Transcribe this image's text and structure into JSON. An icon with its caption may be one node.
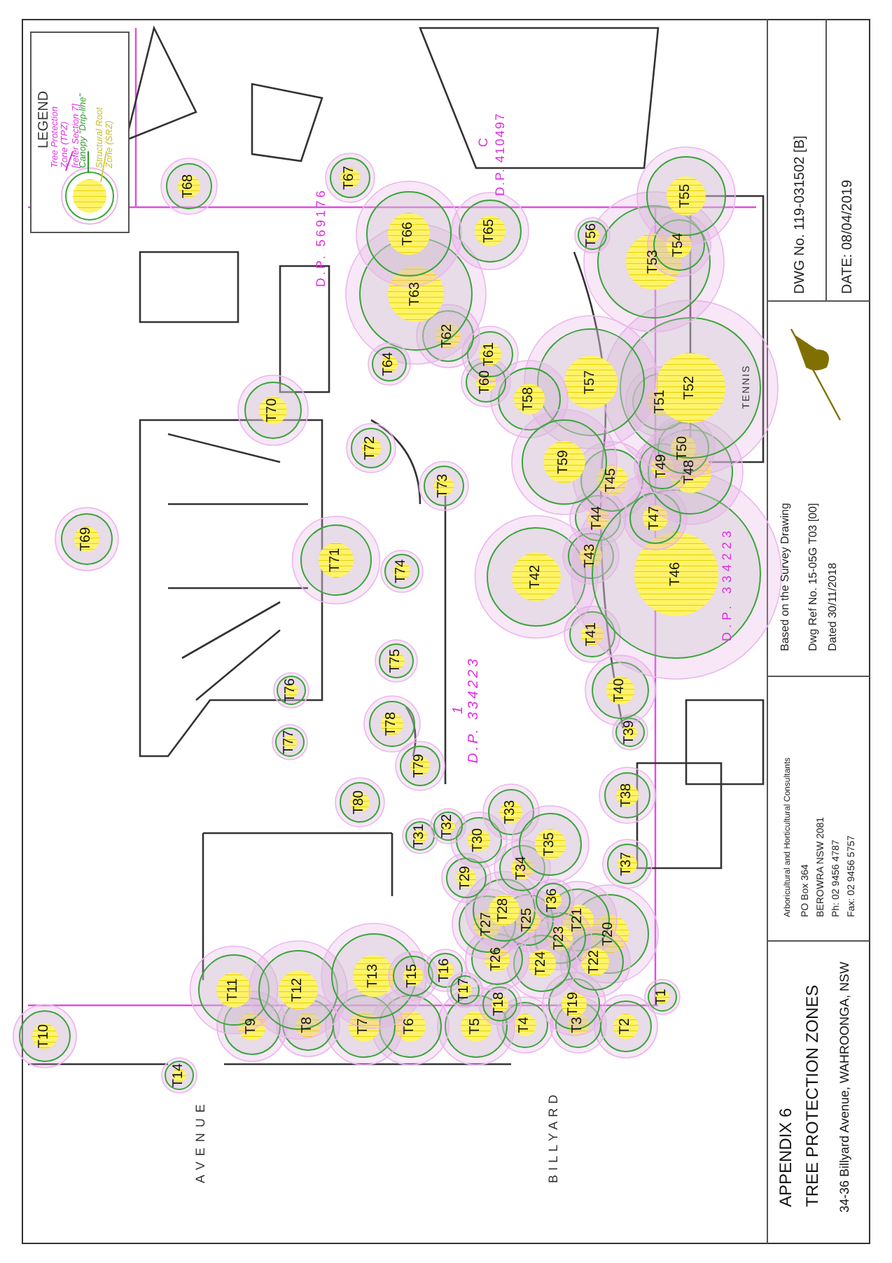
{
  "diagram": {
    "labels": [
      "APPENDIX 6",
      "TREE PROTECTION ZONES",
      "34-36 Billyard Avenue, WAHROONGA, NSW",
      "Arboricultural and Horticultural Consultants",
      "PO Box 364",
      "BEROWRA NSW 2081",
      "Ph: 02 9456 4787",
      "Fax: 02 9456 5757",
      "Based on the Survey Drawing",
      "Dwg Ref No. 15-05G T03 [00]",
      "Dated 30/11/2018",
      "DWG No. 119-031502 [B]",
      "DATE: 08/04/2019",
      "LEGEND",
      "D.P. 569176",
      "C",
      "D.P. 410497",
      "1",
      "D.P. 334223",
      "D.P. 334223",
      "AVENUE",
      "BILLYARD",
      "TENNIS",
      "T1",
      "T2",
      "T3",
      "T4",
      "T5",
      "T6",
      "T7",
      "T8",
      "T9",
      "T10",
      "T11",
      "T12",
      "T13",
      "T14",
      "T15",
      "T16",
      "T17",
      "T18",
      "T19",
      "T20",
      "T21",
      "T22",
      "T23",
      "T24",
      "T25",
      "T26",
      "T27",
      "T28",
      "T29",
      "T30",
      "T31",
      "T32",
      "T33",
      "T34",
      "T35",
      "T36",
      "T37",
      "T38",
      "T39",
      "T40",
      "T41",
      "T42",
      "T43",
      "T44",
      "T45",
      "T46",
      "T47",
      "T48",
      "T49",
      "T50",
      "T51",
      "T52",
      "T53",
      "T54",
      "T55",
      "T56",
      "T57",
      "T58",
      "T59",
      "T60",
      "T61",
      "T62",
      "T63",
      "T64",
      "T65",
      "T66",
      "T67",
      "T68",
      "T69",
      "T70",
      "T71",
      "T72",
      "T73",
      "T74",
      "T75",
      "T76",
      "T77",
      "T78",
      "T79",
      "T80"
    ],
    "legend": [
      {
        "text": "Tree Protection Zone (TPZ) [refer Section 7]"
      },
      {
        "text": "Canopy \"Drip-line\""
      },
      {
        "text": "Structural Root Zone (SRZ)"
      }
    ]
  }
}
